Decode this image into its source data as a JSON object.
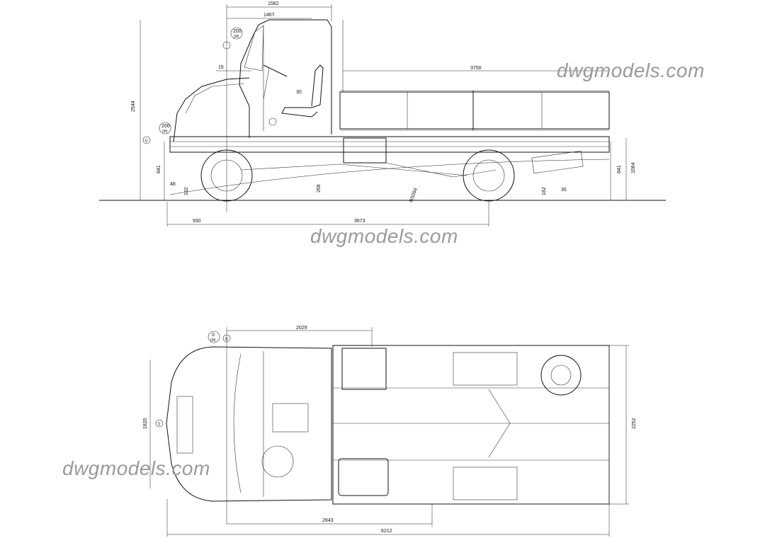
{
  "watermark": {
    "text": "dwgmodels.com"
  },
  "side_view": {
    "dims": {
      "cab_top": "1582",
      "cab_front": "1467",
      "overall_height": "2544",
      "body_length": "3750",
      "frame_height_front": "841",
      "frame_height_rear": "841",
      "rear_height": "1064",
      "front_overhang": "930",
      "wheelbase": "3673",
      "ground_clearance_front": "182",
      "ground_clearance_mid": "268",
      "ground_clearance_rear": "182",
      "radius": "R5094",
      "angle_front": "48",
      "angle_rear": "35",
      "small_dim": "15",
      "steer_dim": "30",
      "label_a": "200",
      "label_a_sub": "(M)",
      "label_b": "200",
      "label_b_sub": "(M)",
      "label_c": "0"
    }
  },
  "top_view": {
    "dims": {
      "top_length": "2029",
      "track_width": "1820",
      "overall_width": "2252",
      "axle_dim": "2843",
      "overall_length": "6212",
      "label_a": "0",
      "label_a_sub": "(M)",
      "label_b": "0",
      "label_c": "0"
    }
  }
}
